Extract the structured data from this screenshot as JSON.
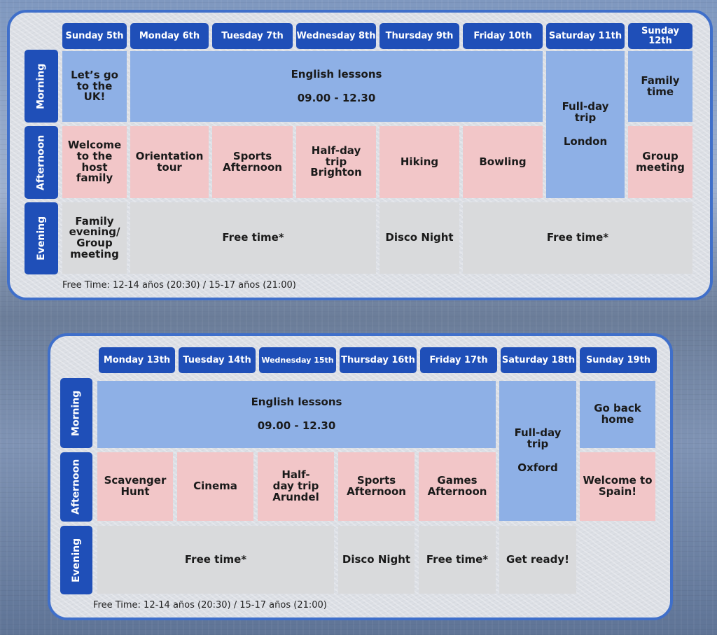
{
  "week1": {
    "days": [
      "Sunday 5th",
      "Monday 6th",
      "Tuesday 7th",
      "Wednesday 8th",
      "Thursday 9th",
      "Friday 10th",
      "Saturday 11th",
      "Sunday 12th"
    ],
    "rows": [
      "Morning",
      "Afternoon",
      "Evening"
    ],
    "morning": {
      "arrival": "Let’s go to the UK!",
      "lessons_title": "English lessons",
      "lessons_time": "09.00 - 12.30",
      "family_time": "Family time"
    },
    "fullday": {
      "title": "Full-day trip",
      "place": "London"
    },
    "afternoon": {
      "welcome": "Welcome to the host family",
      "orientation": "Orientation tour",
      "sports": "Sports Afternoon",
      "halfday": "Half-day trip Brighton",
      "hiking": "Hiking",
      "bowling": "Bowling",
      "group": "Group meeting"
    },
    "evening": {
      "family": "Family evening/ Group meeting",
      "free1": "Free time*",
      "disco": "Disco Night",
      "free2": "Free time*"
    },
    "note": "Free Time:  12-14 años (20:30) / 15-17 años (21:00)"
  },
  "week2": {
    "days": [
      "Monday 13th",
      "Tuesday 14th",
      "Wednesday 15th",
      "Thursday 16th",
      "Friday 17th",
      "Saturday 18th",
      "Sunday 19th"
    ],
    "rows": [
      "Morning",
      "Afternoon",
      "Evening"
    ],
    "morning": {
      "lessons_title": "English lessons",
      "lessons_time": "09.00 - 12.30",
      "goback": "Go back home"
    },
    "fullday": {
      "title": "Full-day trip",
      "place": "Oxford"
    },
    "afternoon": {
      "scavenger": "Scavenger Hunt",
      "cinema": "Cinema",
      "halfday": "Half-day trip Arundel",
      "sports": "Sports Afternoon",
      "games": "Games Afternoon",
      "welcome": "Welcome to Spain!"
    },
    "evening": {
      "free1": "Free time*",
      "disco": "Disco Night",
      "free2": "Free time*",
      "getready": "Get ready!"
    },
    "note": "Free Time:  12-14 años (20:30) / 15-17 años (21:00)"
  }
}
